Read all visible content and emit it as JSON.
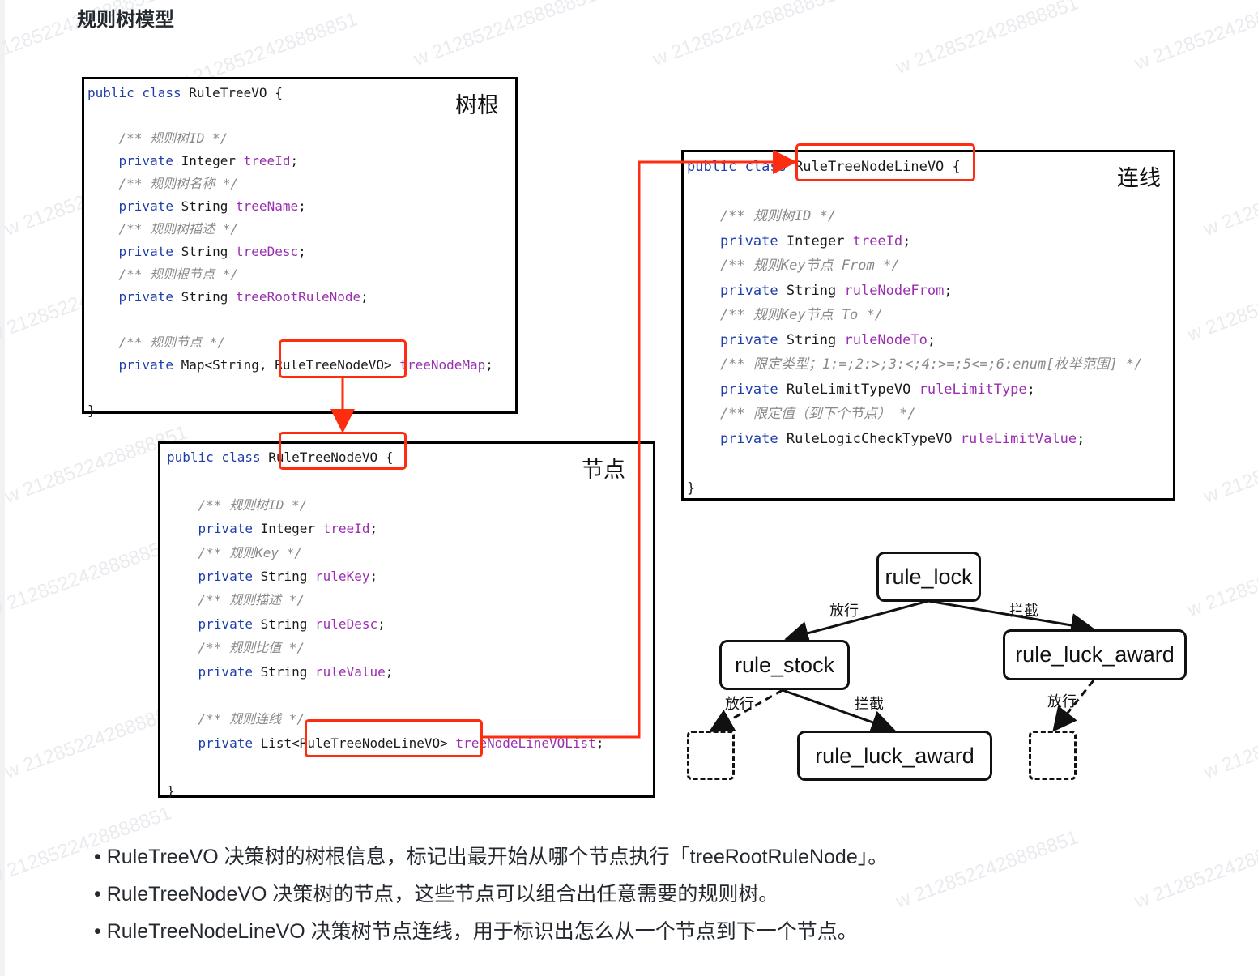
{
  "title": "规则树模型",
  "watermark_text": "w 2128522428888851",
  "root_box": {
    "label": "树根",
    "lines": [
      [
        [
          "kw",
          "public class "
        ],
        [
          "t",
          "RuleTreeVO {"
        ]
      ],
      [],
      [
        [
          "cm",
          "    /** 规则树ID */"
        ]
      ],
      [
        [
          "kw",
          "    private "
        ],
        [
          "t",
          "Integer "
        ],
        [
          "fld",
          "treeId"
        ],
        [
          "t",
          ";"
        ]
      ],
      [
        [
          "cm",
          "    /** 规则树名称 */"
        ]
      ],
      [
        [
          "kw",
          "    private "
        ],
        [
          "t",
          "String "
        ],
        [
          "fld",
          "treeName"
        ],
        [
          "t",
          ";"
        ]
      ],
      [
        [
          "cm",
          "    /** 规则树描述 */"
        ]
      ],
      [
        [
          "kw",
          "    private "
        ],
        [
          "t",
          "String "
        ],
        [
          "fld",
          "treeDesc"
        ],
        [
          "t",
          ";"
        ]
      ],
      [
        [
          "cm",
          "    /** 规则根节点 */"
        ]
      ],
      [
        [
          "kw",
          "    private "
        ],
        [
          "t",
          "String "
        ],
        [
          "fld",
          "treeRootRuleNode"
        ],
        [
          "t",
          ";"
        ]
      ],
      [],
      [
        [
          "cm",
          "    /** 规则节点 */"
        ]
      ],
      [
        [
          "kw",
          "    private "
        ],
        [
          "t",
          "Map<String, RuleTreeNodeVO> "
        ],
        [
          "fld",
          "treeNodeMap"
        ],
        [
          "t",
          ";"
        ]
      ],
      [],
      [
        [
          "t",
          "}"
        ]
      ]
    ]
  },
  "node_box": {
    "label": "节点",
    "lines": [
      [
        [
          "kw",
          "public class "
        ],
        [
          "t",
          "RuleTreeNodeVO {"
        ]
      ],
      [],
      [
        [
          "cm",
          "    /** 规则树ID */"
        ]
      ],
      [
        [
          "kw",
          "    private "
        ],
        [
          "t",
          "Integer "
        ],
        [
          "fld",
          "treeId"
        ],
        [
          "t",
          ";"
        ]
      ],
      [
        [
          "cm",
          "    /** 规则Key */"
        ]
      ],
      [
        [
          "kw",
          "    private "
        ],
        [
          "t",
          "String "
        ],
        [
          "fld",
          "ruleKey"
        ],
        [
          "t",
          ";"
        ]
      ],
      [
        [
          "cm",
          "    /** 规则描述 */"
        ]
      ],
      [
        [
          "kw",
          "    private "
        ],
        [
          "t",
          "String "
        ],
        [
          "fld",
          "ruleDesc"
        ],
        [
          "t",
          ";"
        ]
      ],
      [
        [
          "cm",
          "    /** 规则比值 */"
        ]
      ],
      [
        [
          "kw",
          "    private "
        ],
        [
          "t",
          "String "
        ],
        [
          "fld",
          "ruleValue"
        ],
        [
          "t",
          ";"
        ]
      ],
      [],
      [
        [
          "cm",
          "    /** 规则连线 */"
        ]
      ],
      [
        [
          "kw",
          "    private "
        ],
        [
          "t",
          "List<RuleTreeNodeLineVO> "
        ],
        [
          "fld",
          "treeNodeLineVOList"
        ],
        [
          "t",
          ";"
        ]
      ],
      [],
      [
        [
          "t",
          "}"
        ]
      ]
    ]
  },
  "line_box": {
    "label": "连线",
    "lines": [
      [
        [
          "kw",
          "public class "
        ],
        [
          "t",
          "RuleTreeNodeLineVO {"
        ]
      ],
      [],
      [
        [
          "cm",
          "    /** 规则树ID */"
        ]
      ],
      [
        [
          "kw",
          "    private "
        ],
        [
          "t",
          "Integer "
        ],
        [
          "fld",
          "treeId"
        ],
        [
          "t",
          ";"
        ]
      ],
      [
        [
          "cm",
          "    /** 规则Key节点 From */"
        ]
      ],
      [
        [
          "kw",
          "    private "
        ],
        [
          "t",
          "String "
        ],
        [
          "fld",
          "ruleNodeFrom"
        ],
        [
          "t",
          ";"
        ]
      ],
      [
        [
          "cm",
          "    /** 规则Key节点 To */"
        ]
      ],
      [
        [
          "kw",
          "    private "
        ],
        [
          "t",
          "String "
        ],
        [
          "fld",
          "ruleNodeTo"
        ],
        [
          "t",
          ";"
        ]
      ],
      [
        [
          "cm",
          "    /** 限定类型；1:=;2:>;3:<;4:>=;5<=;6:enum[枚举范围] */"
        ]
      ],
      [
        [
          "kw",
          "    private "
        ],
        [
          "t",
          "RuleLimitTypeVO "
        ],
        [
          "fld",
          "ruleLimitType"
        ],
        [
          "t",
          ";"
        ]
      ],
      [
        [
          "cm",
          "    /** 限定值（到下个节点） */"
        ]
      ],
      [
        [
          "kw",
          "    private "
        ],
        [
          "t",
          "RuleLogicCheckTypeVO "
        ],
        [
          "fld",
          "ruleLimitValue"
        ],
        [
          "t",
          ";"
        ]
      ],
      [],
      [
        [
          "t",
          "}"
        ]
      ]
    ]
  },
  "tree": {
    "nodes": {
      "root": "rule_lock",
      "left": "rule_stock",
      "right": "rule_luck_award",
      "bottom": "rule_luck_award"
    },
    "edges": {
      "root_left": "放行",
      "root_right": "拦截",
      "left_dashed": "放行",
      "left_bottom": "拦截",
      "right_dashed": "放行"
    }
  },
  "colors": {
    "highlight": "#ff2d10",
    "keyword": "#1e3ea8",
    "field": "#9a2fb0",
    "comment": "#8a8a8a"
  },
  "bullets": [
    "RuleTreeVO 决策树的树根信息，标记出最开始从哪个节点执行「treeRootRuleNode」。",
    "RuleTreeNodeVO 决策树的节点，这些节点可以组合出任意需要的规则树。",
    "RuleTreeNodeLineVO 决策树节点连线，用于标识出怎么从一个节点到下一个节点。"
  ]
}
